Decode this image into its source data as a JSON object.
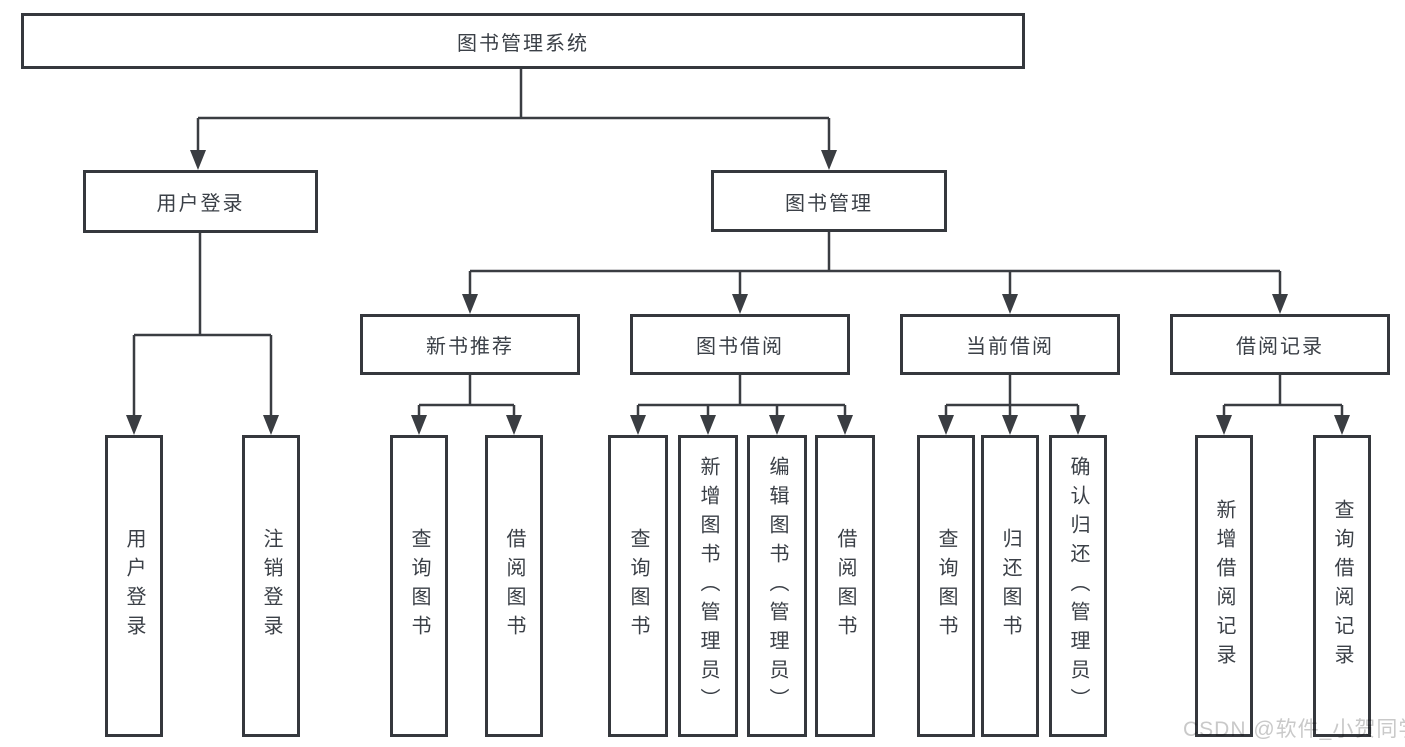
{
  "diagram": {
    "type": "hierarchy",
    "tree": {
      "label": "图书管理系统",
      "children": [
        {
          "label": "用户登录",
          "children": [
            {
              "label": "用户登录"
            },
            {
              "label": "注销登录"
            }
          ]
        },
        {
          "label": "图书管理",
          "children": [
            {
              "label": "新书推荐",
              "children": [
                {
                  "label": "查询图书"
                },
                {
                  "label": "借阅图书"
                }
              ]
            },
            {
              "label": "图书借阅",
              "children": [
                {
                  "label": "查询图书"
                },
                {
                  "label": "新增图书（管理员）"
                },
                {
                  "label": "编辑图书（管理员）"
                },
                {
                  "label": "借阅图书"
                }
              ]
            },
            {
              "label": "当前借阅",
              "children": [
                {
                  "label": "查询图书"
                },
                {
                  "label": "归还图书"
                },
                {
                  "label": "确认归还（管理员）"
                }
              ]
            },
            {
              "label": "借阅记录",
              "children": [
                {
                  "label": "新增借阅记录"
                },
                {
                  "label": "查询借阅记录"
                }
              ]
            }
          ]
        }
      ]
    },
    "watermark": "CSDN @软件_小贺同学",
    "colors": {
      "line": "#3a3d42",
      "box_border": "#35383d",
      "box_fill": "#ffffff",
      "text": "#3b4047",
      "watermark": "#c9c9c9",
      "background": "#ffffff"
    }
  }
}
